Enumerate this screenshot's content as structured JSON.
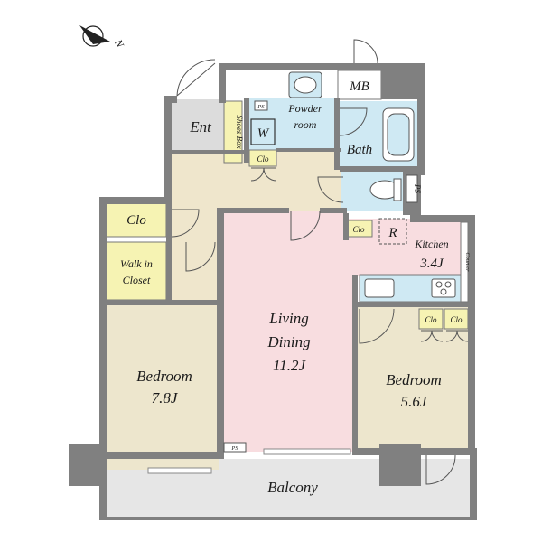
{
  "compass": {
    "north_label": "N"
  },
  "rooms": {
    "balcony": "Balcony",
    "bedroom_left": {
      "name": "Bedroom",
      "size": "7.8J"
    },
    "living": {
      "name1": "Living",
      "name2": "Dining",
      "size": "11.2J"
    },
    "bedroom_right": {
      "name": "Bedroom",
      "size": "5.6J"
    },
    "kitchen": {
      "name": "Kitchen",
      "size": "3.4J"
    },
    "entrance": "Ent",
    "shoes_box": "Shoes Box",
    "powder_room": {
      "line1": "Powder",
      "line2": "room"
    },
    "bath": "Bath",
    "mb": "MB",
    "washer": "W",
    "refrigerator": "R",
    "walk_in_closet": {
      "line1": "Walk in",
      "line2": "Closet"
    },
    "counter": "Counter"
  },
  "closets": {
    "clo": "Clo"
  },
  "pipe_space": "PS",
  "colors": {
    "wall": "#808080",
    "floor_hall": "#efe6cc",
    "bedroom": "#ede6cd",
    "living": "#f8dde0",
    "wet": "#cfe9f3",
    "closet": "#f6f3b3",
    "entrance": "#dcdcdc",
    "balcony": "#e6e6e6"
  }
}
